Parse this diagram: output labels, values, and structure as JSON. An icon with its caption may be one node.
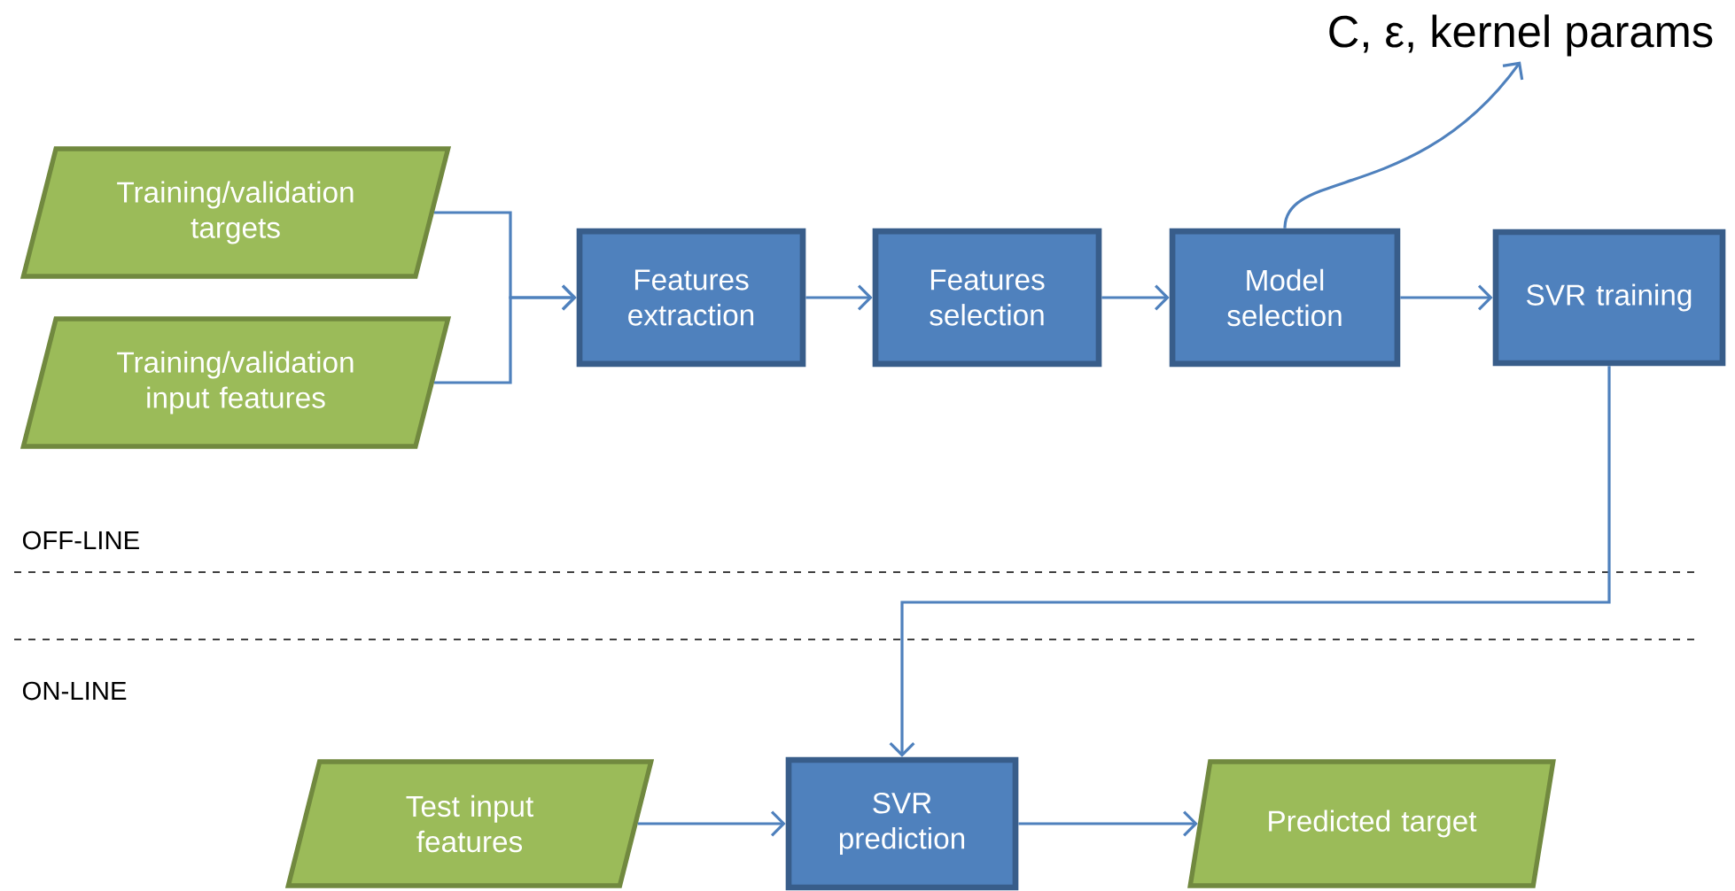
{
  "diagram": {
    "nodes": [
      {
        "text": [
          "Training/validation targets"
        ]
      },
      {
        "text": [
          "Training/validation input features"
        ]
      },
      {
        "text": [
          "Features extraction"
        ]
      },
      {
        "text": [
          "Features selection"
        ]
      },
      {
        "text": [
          "Model selection"
        ]
      },
      {
        "text": [
          "SVR training"
        ]
      },
      {
        "text": [
          "C, ε, kernel params"
        ]
      },
      {
        "text": [
          "Test input features"
        ]
      },
      {
        "text": [
          "SVR prediction"
        ]
      },
      {
        "text": [
          "Predicted target"
        ]
      }
    ],
    "edges": [
      {
        "from": 0,
        "to": 2,
        "arrow": "to"
      },
      {
        "from": 1,
        "to": 2,
        "arrow": "to"
      },
      {
        "from": 2,
        "to": 3,
        "arrow": "to"
      },
      {
        "from": 3,
        "to": 4,
        "arrow": "to"
      },
      {
        "from": 4,
        "to": 5,
        "arrow": "to"
      },
      {
        "from": 4,
        "to": 6,
        "arrow": "to"
      },
      {
        "from": 5,
        "to": 8,
        "arrow": "to"
      },
      {
        "from": 7,
        "to": 8,
        "arrow": "to"
      },
      {
        "from": 8,
        "to": 9,
        "arrow": "to"
      }
    ],
    "labels": [
      "OFF-LINE",
      "ON-LINE"
    ]
  }
}
